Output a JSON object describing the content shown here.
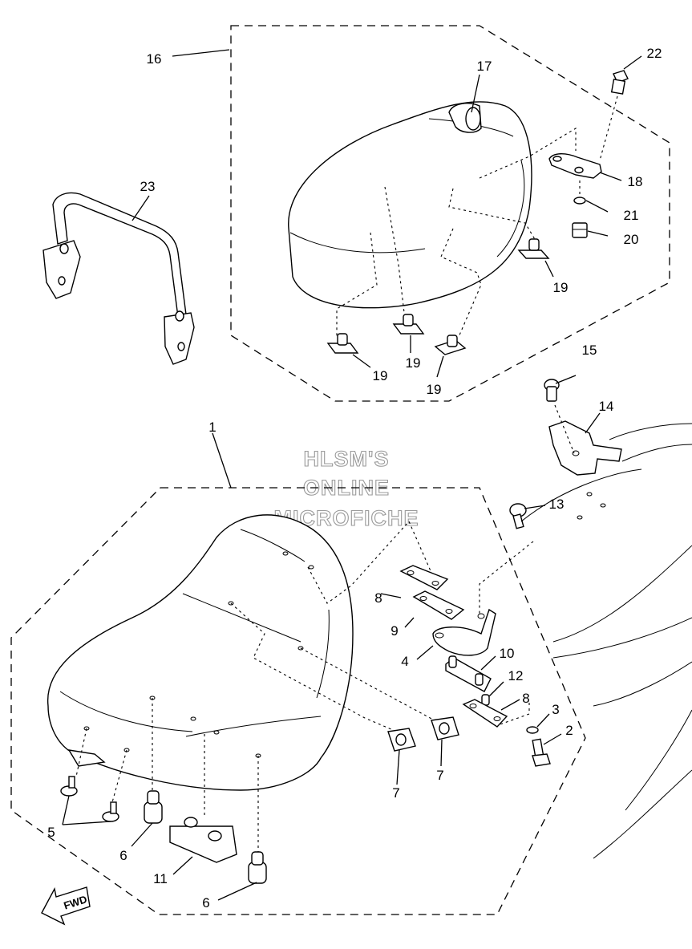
{
  "watermark": {
    "line1": "HLSM'S",
    "line2": "ONLINE",
    "line3": "MICROFICHE"
  },
  "fwd_arrow": "FWD",
  "callouts": {
    "c1": "1",
    "c2": "2",
    "c3": "3",
    "c4": "4",
    "c5": "5",
    "c6a": "6",
    "c6b": "6",
    "c7a": "7",
    "c7b": "7",
    "c8a": "8",
    "c8b": "8",
    "c9": "9",
    "c10": "10",
    "c11": "11",
    "c12": "12",
    "c13": "13",
    "c14": "14",
    "c15": "15",
    "c16": "16",
    "c17": "17",
    "c18": "18",
    "c19a": "19",
    "c19b": "19",
    "c19c": "19",
    "c19d": "19",
    "c20": "20",
    "c21": "21",
    "c22": "22",
    "c23": "23"
  },
  "colors": {
    "line": "#000000",
    "watermark_outline": "#999999",
    "background": "#ffffff"
  }
}
